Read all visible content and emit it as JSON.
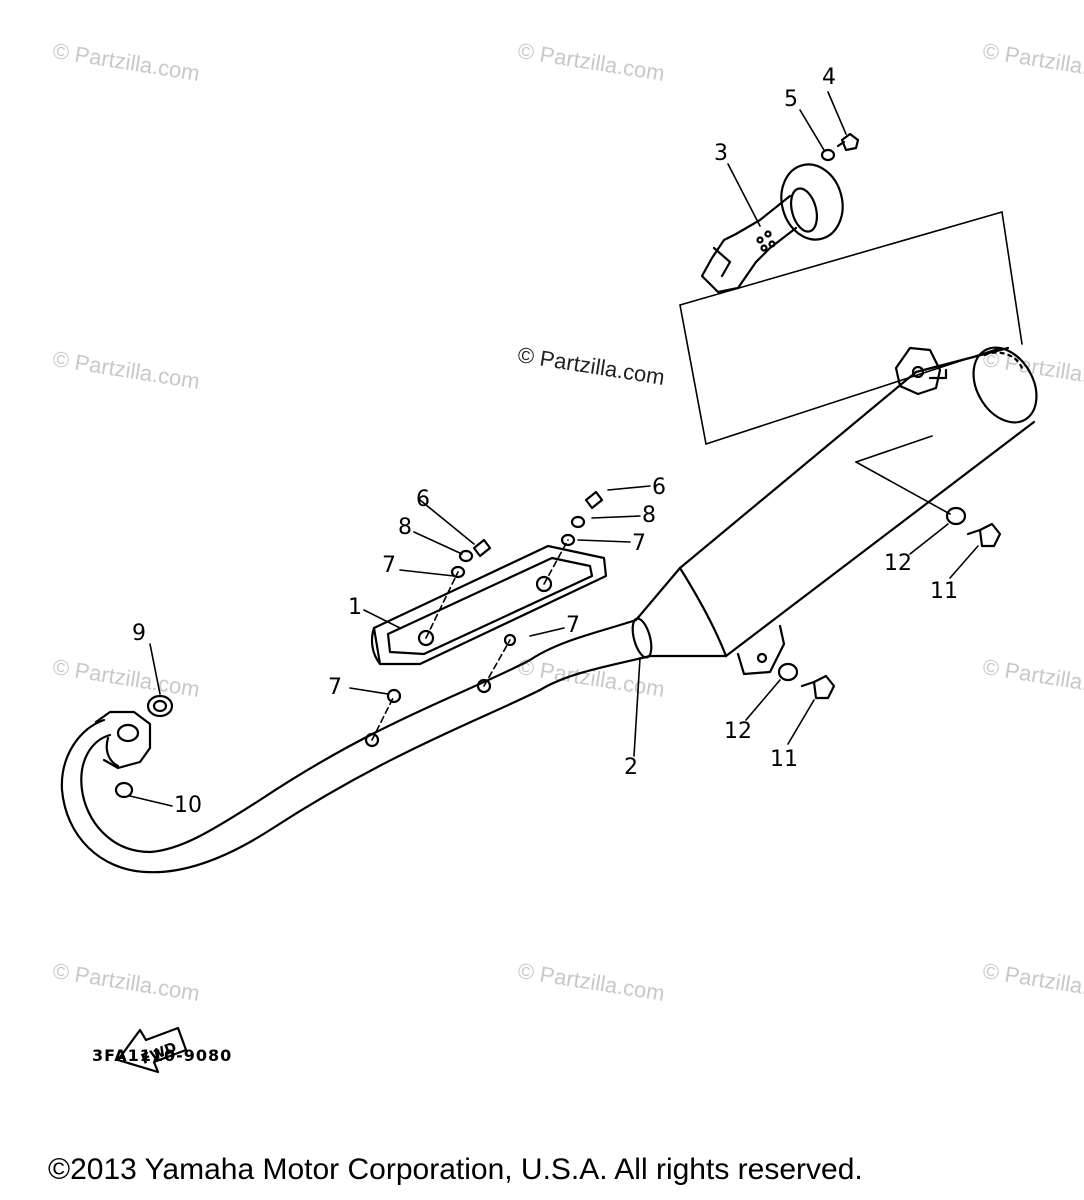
{
  "watermarks": {
    "text": "© Partzilla.com",
    "center_text": "© Partzilla.com"
  },
  "callouts": {
    "c1": "1",
    "c2": "2",
    "c3": "3",
    "c4": "4",
    "c5": "5",
    "c6a": "6",
    "c6b": "6",
    "c7a": "7",
    "c7b": "7",
    "c7c": "7",
    "c7d": "7",
    "c8a": "8",
    "c8b": "8",
    "c9": "9",
    "c10": "10",
    "c11a": "11",
    "c11b": "11",
    "c12a": "12",
    "c12b": "12"
  },
  "fwd_label": "FWD",
  "diagram_code": "3FA1110-9080",
  "copyright": "©2013  Yamaha Motor Corporation, U.S.A. All rights reserved."
}
